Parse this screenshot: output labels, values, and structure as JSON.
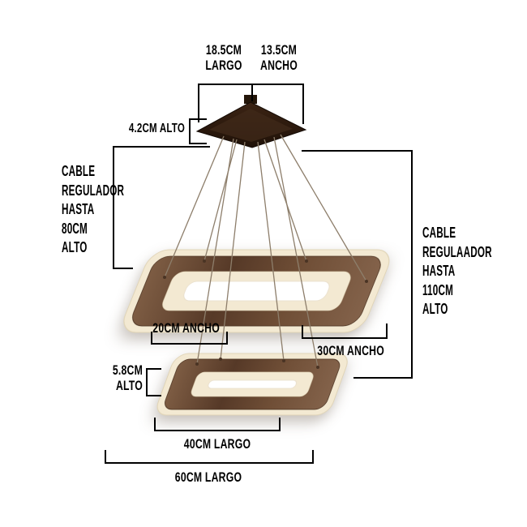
{
  "labels": {
    "top_largo": [
      "18.5CM",
      "LARGO"
    ],
    "top_ancho": [
      "13.5CM",
      "ANCHO"
    ],
    "canopy_alto": "4.2CM ALTO",
    "left_cable": [
      "CABLE",
      "REGULADOR",
      "HASTA",
      "80CM",
      "ALTO"
    ],
    "right_cable": [
      "CABLE",
      "REGULAADOR",
      "HASTA",
      "110CM",
      "ALTO"
    ],
    "upper_inner_ancho": "20CM ANCHO",
    "upper_right_ancho": "30CM ANCHO",
    "lower_alto": [
      "5.8CM",
      "ALTO"
    ],
    "lower_largo": "40CM LARGO",
    "outer_largo": "60CM LARGO"
  },
  "colors": {
    "background": "#ffffff",
    "dimension_line": "#000000",
    "text": "#000000",
    "canopy_dark_brown": "#2b1a10",
    "wood_band": "#5d3e2b",
    "led_cream": "#f3e9d2",
    "cable": "#8d7e6b"
  }
}
